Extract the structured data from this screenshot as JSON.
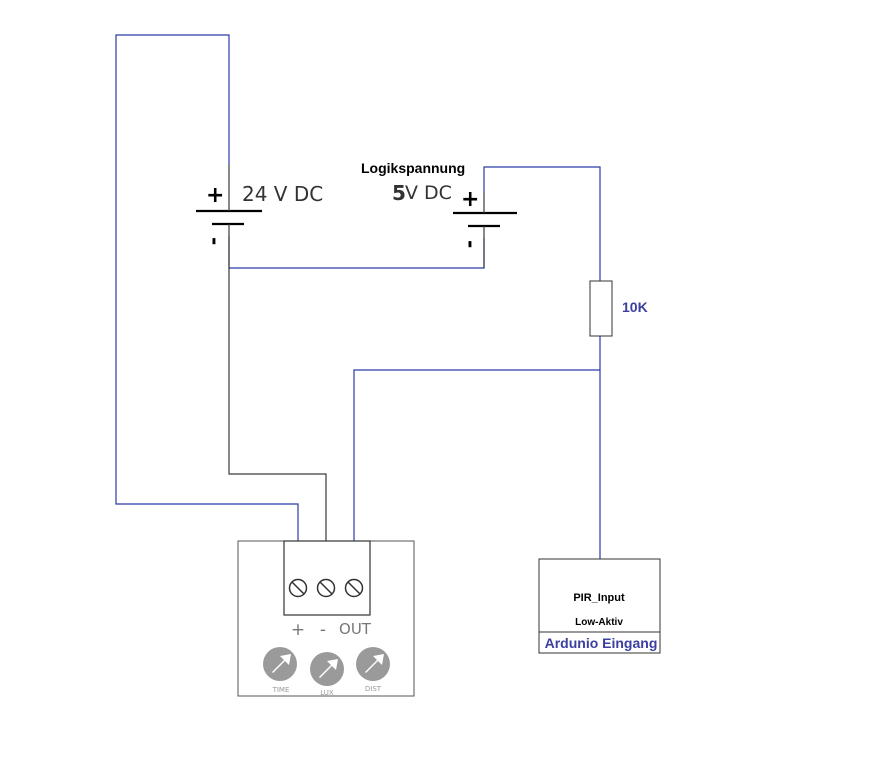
{
  "battery_24v": {
    "plus": "+",
    "minus": "-",
    "voltage": "24 V DC"
  },
  "battery_5v": {
    "title": "Logikspannung",
    "plus": "+",
    "minus": "-",
    "voltage_number": "5",
    "voltage_unit": "V DC"
  },
  "resistor": {
    "value": "10K"
  },
  "arduino_box": {
    "input_name": "PIR_Input",
    "mode": "Low-Aktiv",
    "caption": "Ardunio Eingang"
  },
  "pir_module": {
    "terminals": [
      "+",
      "-",
      "OUT"
    ],
    "knobs": [
      "TIME",
      "LUX",
      "DIST"
    ]
  },
  "colors": {
    "wire": "#2b3aa8",
    "caption": "#3a3fa0"
  }
}
